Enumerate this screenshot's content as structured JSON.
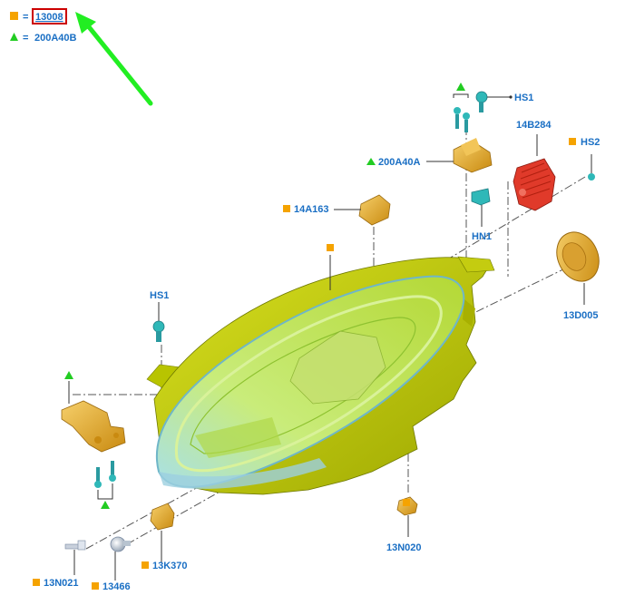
{
  "legend": {
    "square_symbol_value": "13008",
    "triangle_symbol_value": "200A40B",
    "equals": "="
  },
  "colors": {
    "label_blue": "#1a6fc4",
    "square_marker": "#f5a300",
    "triangle_marker": "#22cc22",
    "arrow_green": "#22ee22",
    "highlight_box": "#cc0000",
    "housing_yellow": "#c8d400",
    "lens_green": "#b9e35a",
    "bracket_orange": "#e8b030",
    "fastener_teal": "#2fb8b8",
    "motor_red": "#e03a2a"
  },
  "parts": {
    "hs1_top": "HS1",
    "p14b284": "14B284",
    "hs2": "HS2",
    "p200a40a": "200A40A",
    "p14a163": "14A163",
    "hn1": "HN1",
    "p13d005": "13D005",
    "hs1_left": "HS1",
    "p13k370": "13K370",
    "p13n021": "13N021",
    "p13466": "13466",
    "p13n020": "13N020"
  }
}
